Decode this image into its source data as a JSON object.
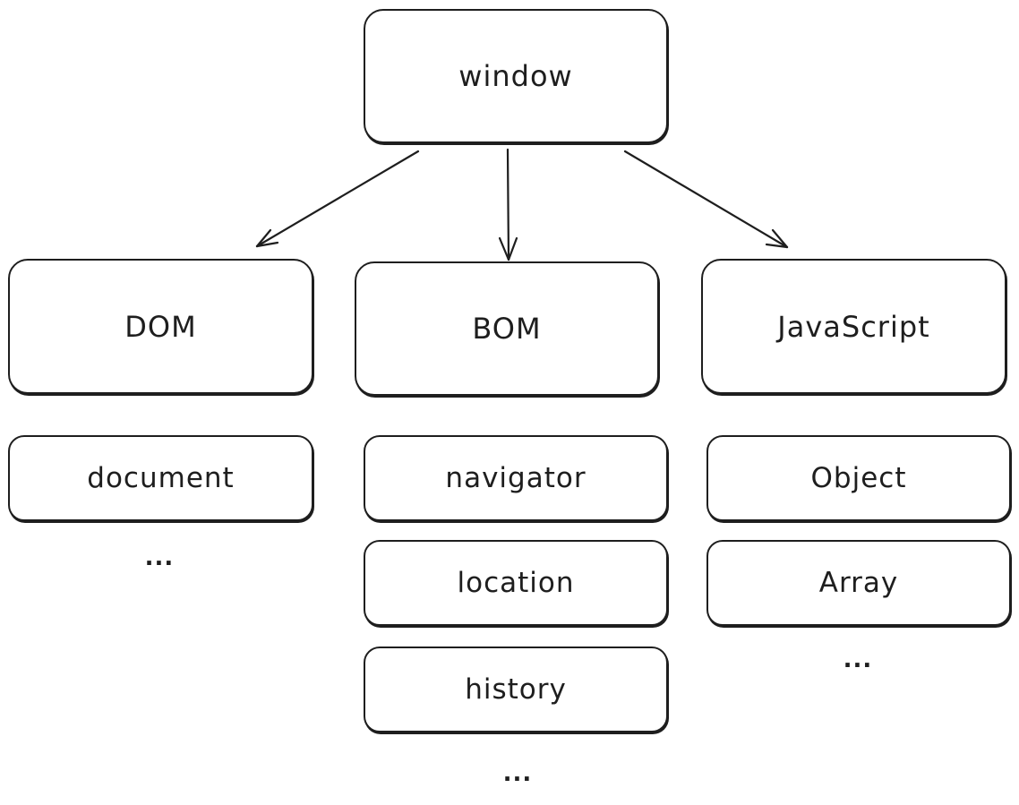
{
  "root": {
    "label": "window"
  },
  "categories": [
    {
      "label": "DOM"
    },
    {
      "label": "BOM"
    },
    {
      "label": "JavaScript"
    }
  ],
  "dom": {
    "items": [
      "document"
    ],
    "more": "..."
  },
  "bom": {
    "items": [
      "navigator",
      "location",
      "history"
    ],
    "more": "..."
  },
  "js": {
    "items": [
      "Object",
      "Array"
    ],
    "more": "..."
  }
}
